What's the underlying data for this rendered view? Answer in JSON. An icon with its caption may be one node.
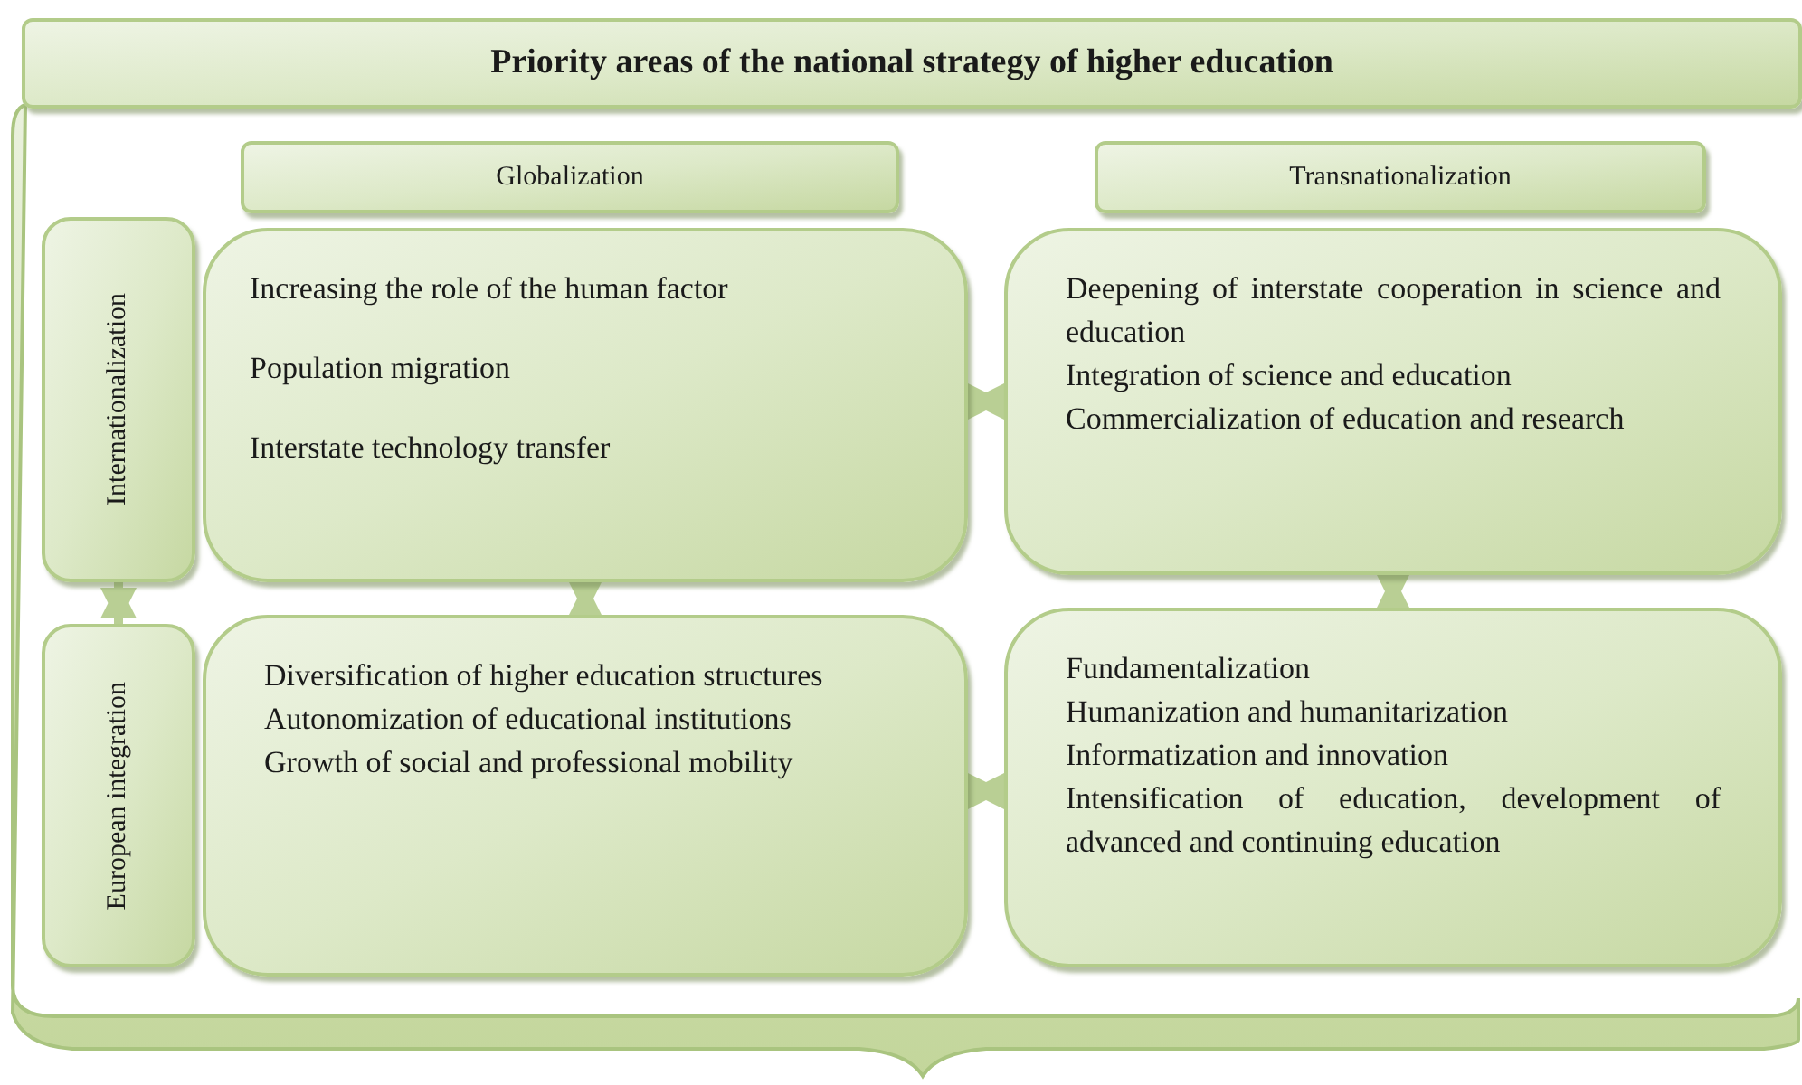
{
  "diagram": {
    "nodes": [
      {
        "text": [
          "Priority areas of the national strategy of higher education"
        ]
      },
      {
        "text": [
          "Globalization"
        ]
      },
      {
        "text": [
          "Transnationalization"
        ]
      },
      {
        "text": [
          "Internationalization"
        ]
      },
      {
        "text": [
          "Increasing the role of the human factor",
          "Population migration",
          "Interstate technology transfer"
        ]
      },
      {
        "text": [
          "Deepening of interstate cooperation in science and education",
          "Integration of science and education",
          "Commercialization of education and research"
        ]
      },
      {
        "text": [
          "European integration"
        ]
      },
      {
        "text": [
          "Diversification of higher education structures",
          "Autonomization of educational institutions",
          "Growth of social and professional mobility"
        ]
      },
      {
        "text": [
          "Fundamentalization",
          "Humanization and humanitarization",
          "Informatization and innovation",
          "Intensification of education, development of advanced and continuing education"
        ]
      }
    ],
    "edges": [
      {
        "from": 3,
        "to": 6,
        "arrow": "both"
      },
      {
        "from": 4,
        "to": 5,
        "arrow": "both"
      },
      {
        "from": 4,
        "to": 7,
        "arrow": "both"
      },
      {
        "from": 5,
        "to": 8,
        "arrow": "both"
      },
      {
        "from": 7,
        "to": 8,
        "arrow": "both"
      }
    ]
  }
}
